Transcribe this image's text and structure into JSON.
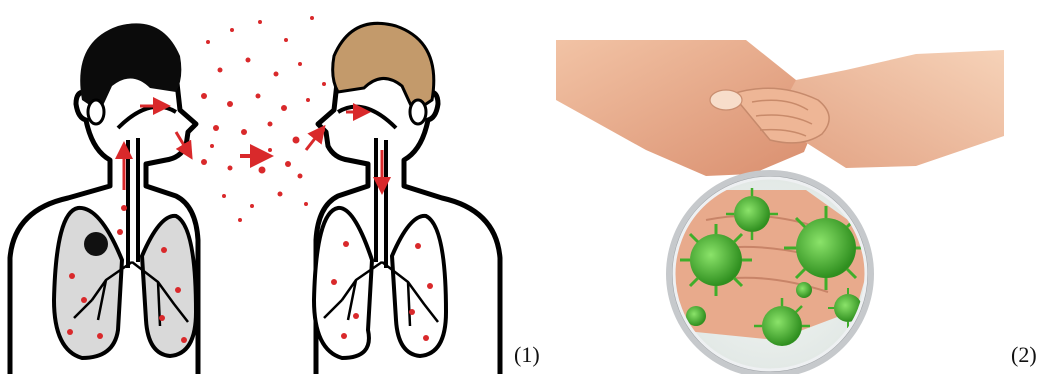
{
  "figure": {
    "panels": [
      {
        "label": "(1)",
        "subject": "airborne-transmission-illustration"
      },
      {
        "label": "(2)",
        "subject": "handshake-contact-transmission-photo"
      }
    ],
    "colors": {
      "droplet": "#d9292b",
      "lung_fill": "#d9d9d9",
      "hair_dark": "#0b0b0b",
      "hair_brown": "#c39a6b",
      "virus_green": "#3fae2a",
      "lens_rim": "#b9bcc0",
      "skin": "#e9b394"
    }
  }
}
